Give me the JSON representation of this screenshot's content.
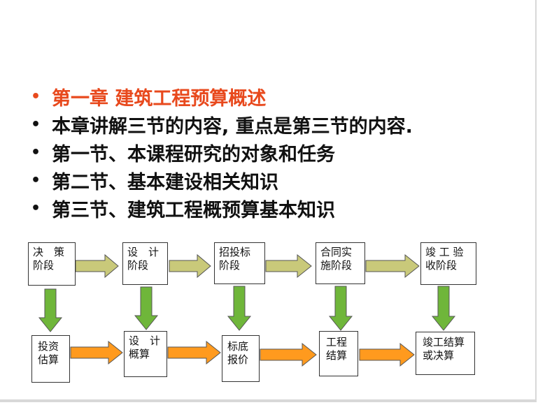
{
  "bullets": [
    {
      "text": "第一章  建筑工程预算概述",
      "title": true
    },
    {
      "text": "本章讲解三节的内容, 重点是第三节的内容.",
      "title": false
    },
    {
      "text": "第一节、本课程研究的对象和任务",
      "title": false
    },
    {
      "text": "第二节、基本建设相关知识",
      "title": false
    },
    {
      "text": "第三节、建筑工程概预算基本知识",
      "title": false
    }
  ],
  "bullet_symbol": "•",
  "top_row": [
    {
      "line1": "决　策",
      "line2": "阶段"
    },
    {
      "line1": "设　计",
      "line2": "阶段"
    },
    {
      "line1": "招投标",
      "line2": "阶段"
    },
    {
      "line1": "合同实",
      "line2": "施阶段"
    },
    {
      "line1": "竣 工 验",
      "line2": "收阶段"
    }
  ],
  "bottom_row": [
    {
      "line1": "投资",
      "line2": "估算"
    },
    {
      "line1": "设　计",
      "line2": "概算"
    },
    {
      "line1": "标底",
      "line2": "报价"
    },
    {
      "line1": "工程",
      "line2": "结算"
    },
    {
      "line1": "竣工结算",
      "line2": "或决算"
    }
  ],
  "colors": {
    "title": "#e8491d",
    "arrow_top": "#c9c97a",
    "arrow_down": "#6fb63a",
    "arrow_bottom": "#ff9a1e"
  }
}
